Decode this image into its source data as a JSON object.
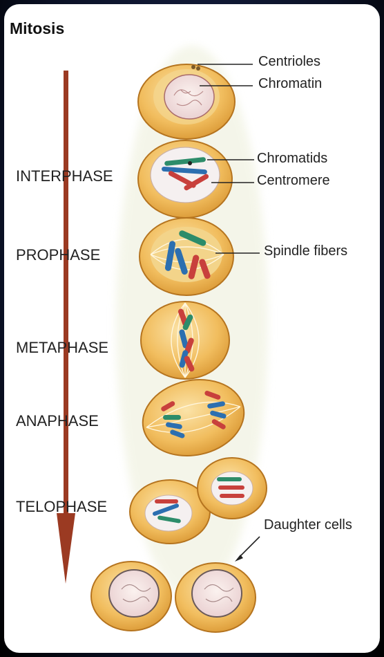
{
  "title": "Mitosis",
  "phases": {
    "interphase": "INTERPHASE",
    "prophase": "PROPHASE",
    "metaphase": "METAPHASE",
    "anaphase": "ANAPHASE",
    "telophase": "TELOPHASE"
  },
  "labels": {
    "centrioles": "Centrioles",
    "chromatin": "Chromatin",
    "chromatids": "Chromatids",
    "centromere": "Centromere",
    "spindle_fibers": "Spindle fibers",
    "daughter_cells": "Daughter cells"
  },
  "colors": {
    "arrow": "#9b3a22",
    "cell_fill": "#f3c56a",
    "cell_edge": "#b5741f",
    "nucleus": "#f7e7e2",
    "chromatid_green": "#2d8c6a",
    "chromatid_blue": "#2c6fb0",
    "chromatid_red": "#c8403c"
  }
}
